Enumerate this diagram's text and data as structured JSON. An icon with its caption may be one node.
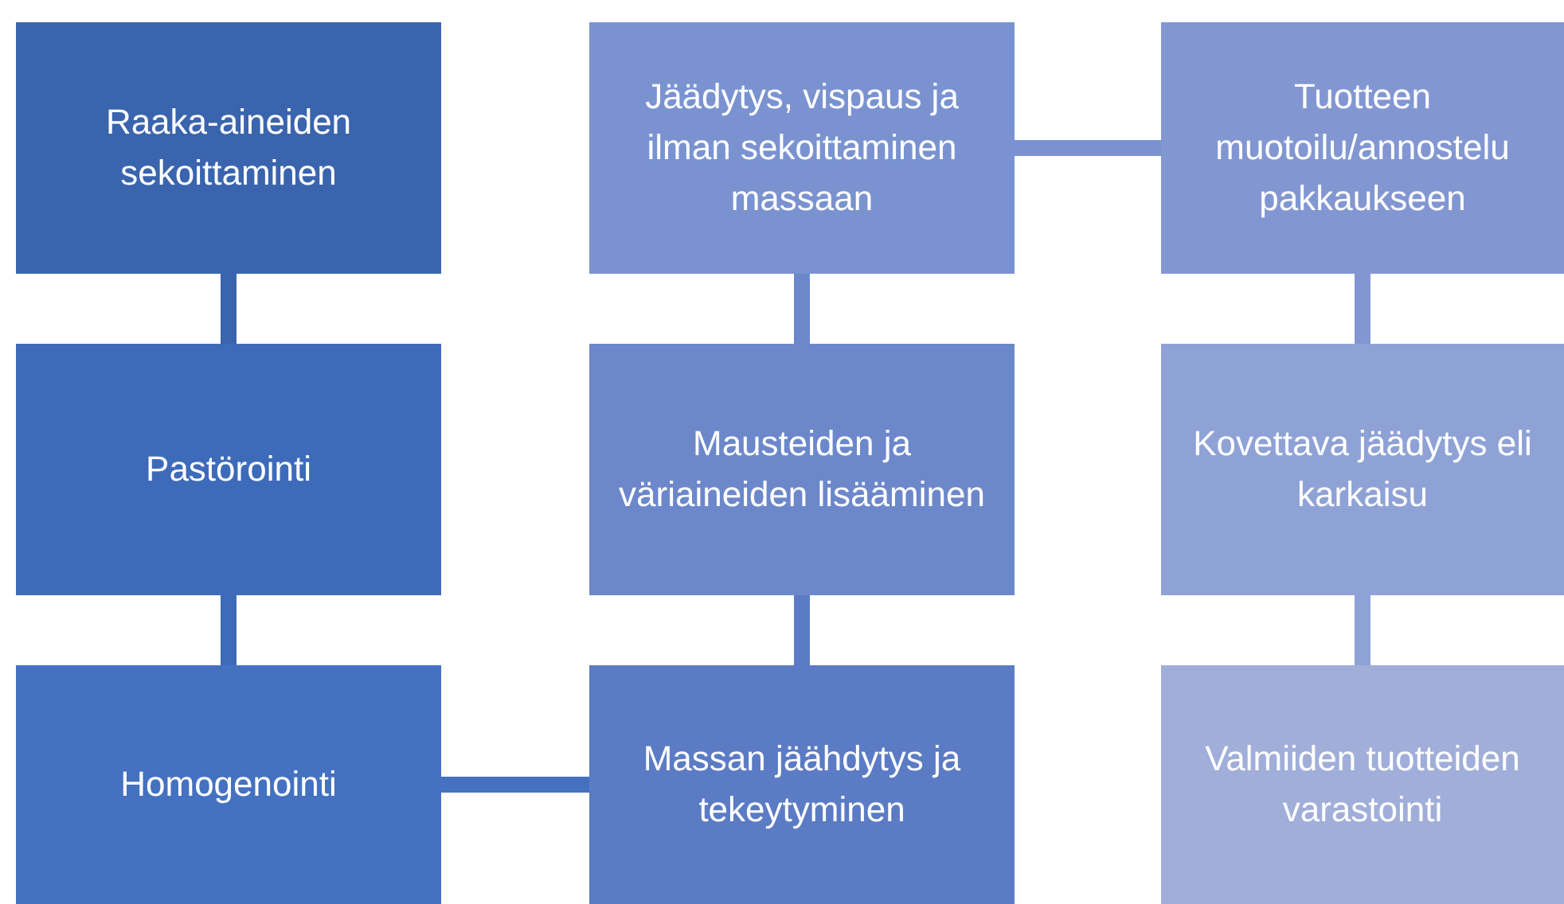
{
  "diagram": {
    "nodes": [
      {
        "text": [
          "Raaka-aineiden sekoittaminen"
        ]
      },
      {
        "text": [
          "Pastörointi"
        ]
      },
      {
        "text": [
          "Homogenointi"
        ]
      },
      {
        "text": [
          "Massan jäähdytys ja tekeytyminen"
        ]
      },
      {
        "text": [
          "Mausteiden ja väriaineiden lisääminen"
        ]
      },
      {
        "text": [
          "Jäädytys, vispaus ja ilman sekoittaminen massaan"
        ]
      },
      {
        "text": [
          "Tuotteen muotoilu/annostelu pakkaukseen"
        ]
      },
      {
        "text": [
          "Kovettava jäädytys eli karkaisu"
        ]
      },
      {
        "text": [
          "Valmiiden tuotteiden varastointi"
        ]
      }
    ],
    "edges": [
      {
        "from": 0,
        "to": 1,
        "arrow": "none"
      },
      {
        "from": 1,
        "to": 2,
        "arrow": "none"
      },
      {
        "from": 2,
        "to": 3,
        "arrow": "none"
      },
      {
        "from": 3,
        "to": 4,
        "arrow": "none"
      },
      {
        "from": 4,
        "to": 5,
        "arrow": "none"
      },
      {
        "from": 5,
        "to": 6,
        "arrow": "none"
      },
      {
        "from": 6,
        "to": 7,
        "arrow": "none"
      },
      {
        "from": 7,
        "to": 8,
        "arrow": "none"
      }
    ]
  }
}
